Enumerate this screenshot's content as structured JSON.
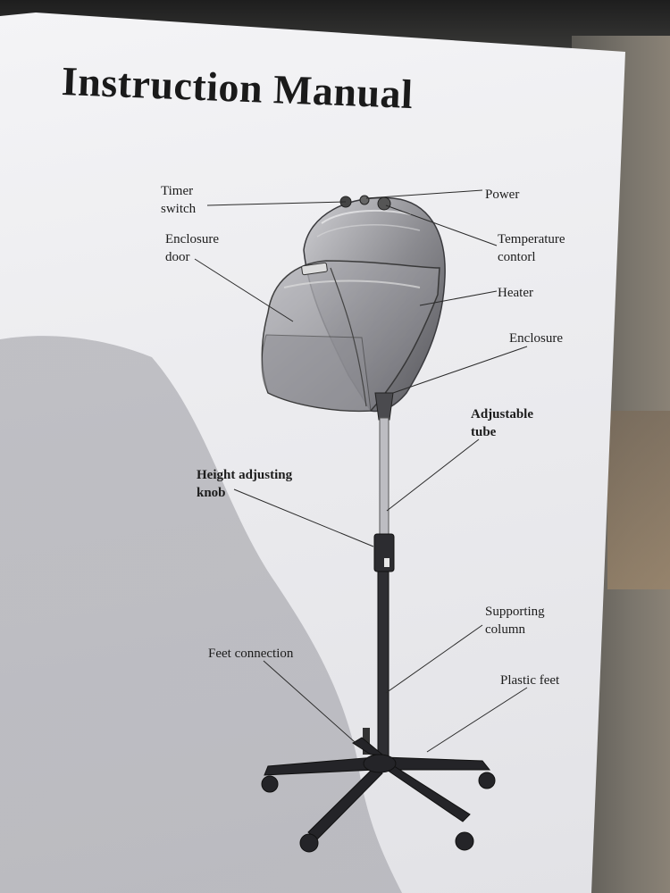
{
  "title": "Instruction Manual",
  "labels": {
    "timer": [
      "Timer",
      "switch"
    ],
    "power": "Power",
    "enclosure_door": [
      "Enclosure",
      "door"
    ],
    "temperature": [
      "Temperature",
      "contorl"
    ],
    "heater": "Heater",
    "enclosure": "Enclosure",
    "adjustable_tube": [
      "Adjustable",
      "tube"
    ],
    "height_knob": [
      "Height adjusting",
      "knob"
    ],
    "supporting_column": [
      "Supporting",
      "column"
    ],
    "feet_connection": "Feet connection",
    "plastic_feet": "Plastic feet"
  }
}
